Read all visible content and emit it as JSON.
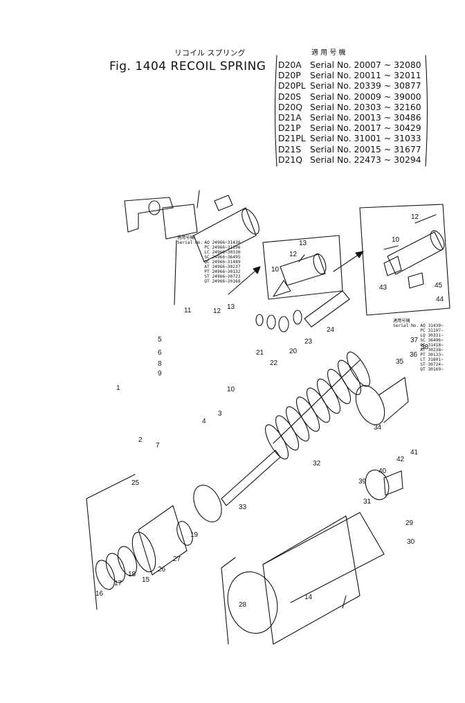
{
  "header": {
    "subtitle_jp": "リコイル スプリング",
    "title": "Fig. 1404 RECOIL SPRING",
    "applicability_label": "適 用 号 機"
  },
  "serials": [
    {
      "model": "D20A",
      "range": "Serial No. 20007 ~ 32080"
    },
    {
      "model": "D20P",
      "range": "Serial No. 20011 ~ 32011"
    },
    {
      "model": "D20PL",
      "range": "Serial No. 20339 ~ 30877"
    },
    {
      "model": "D20S",
      "range": "Serial No. 20009 ~ 39000"
    },
    {
      "model": "D20Q",
      "range": "Serial No. 20303 ~ 32160"
    },
    {
      "model": "D21A",
      "range": "Serial No. 20013 ~ 30486"
    },
    {
      "model": "D21P",
      "range": "Serial No. 20017 ~ 30429"
    },
    {
      "model": "D21PL",
      "range": "Serial No. 31001 ~ 31033"
    },
    {
      "model": "D21S",
      "range": "Serial No. 20015 ~ 31677"
    },
    {
      "model": "D21Q",
      "range": "Serial No. 22473 ~ 30294"
    }
  ],
  "left_callout": {
    "label": "適用号機",
    "serial_label": "Serial No.",
    "lines": [
      "AQ 24966~31438",
      "PC 24966~31196",
      "LC 24966~30330",
      "SC 24966~36495",
      "QC 24966~31489",
      "AT 24966~30237",
      "PT 24966~30132",
      "ST 24966~30723",
      "QT 24966~30168"
    ]
  },
  "right_callout": {
    "label": "適用号機",
    "serial_label": "Serial No.",
    "lines": [
      "AQ 31439~",
      "PC 31197~",
      "LQ 30331~",
      "SC 36496~",
      "QC 31418~",
      "AT 30238~",
      "PT 30133~",
      "LT 31801~",
      "ST 30724~",
      "QT 30169~"
    ]
  },
  "part_numbers": [
    "1",
    "2",
    "3",
    "4",
    "5",
    "6",
    "7",
    "8",
    "9",
    "10",
    "11",
    "12",
    "13",
    "14",
    "15",
    "16",
    "17",
    "18",
    "19",
    "20",
    "21",
    "22",
    "23",
    "24",
    "25",
    "26",
    "27",
    "28",
    "29",
    "30",
    "31",
    "32",
    "33",
    "34",
    "35",
    "36",
    "37",
    "38",
    "39",
    "40",
    "41",
    "42",
    "43",
    "44",
    "45"
  ],
  "inset_labels": [
    "12",
    "13",
    "10",
    "12",
    "10",
    "43",
    "45",
    "44"
  ]
}
